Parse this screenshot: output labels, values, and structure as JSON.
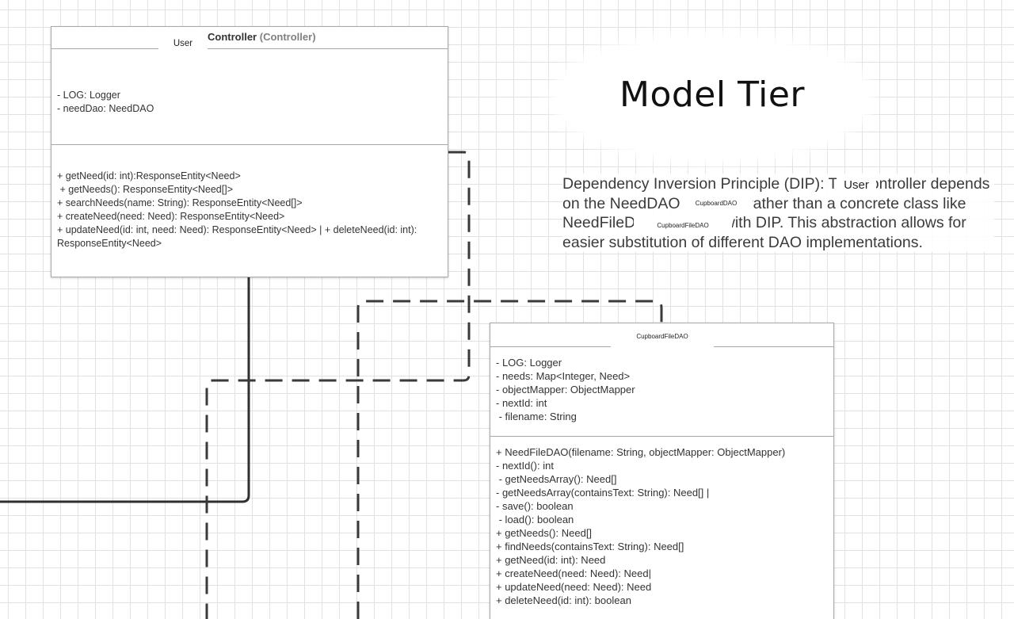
{
  "controller_class": {
    "header_prefix_tag": "User",
    "name": "Controller",
    "stereotype": "(Controller)",
    "attributes": [
      "- LOG: Logger",
      "- needDao: NeedDAO"
    ],
    "methods": [
      "+ getNeed(id: int):ResponseEntity<Need>",
      " + getNeeds(): ResponseEntity<Need[]>",
      "+ searchNeeds(name: String): ResponseEntity<Need[]>",
      "+ createNeed(need: Need): ResponseEntity<Need>",
      "+ updateNeed(id: int, need: Need): ResponseEntity<Need> | + deleteNeed(id: int): ResponseEntity<Need>"
    ]
  },
  "file_dao_class": {
    "name": "CupboardFileDAO",
    "attributes": [
      "- LOG: Logger",
      "- needs: Map<Integer, Need>",
      "- objectMapper: ObjectMapper",
      "- nextId: int",
      " - filename: String"
    ],
    "methods": [
      "+ NeedFileDAO(filename: String, objectMapper: ObjectMapper)",
      "- nextId(): int",
      " - getNeedsArray(): Need[]",
      "- getNeedsArray(containsText: String): Need[] |",
      "- save(): boolean",
      " - load(): boolean",
      "+ getNeeds(): Need[]",
      "+ findNeeds(containsText: String): Need[]",
      "+ getNeed(id: int): Need",
      "+ createNeed(need: Need): Need|",
      "+ updateNeed(need: Need): Need",
      "+ deleteNeed(id: int): boolean"
    ]
  },
  "model_tier": {
    "title": "Model Tier"
  },
  "dip_note": {
    "text": "Dependency Inversion Principle (DIP): The Controller depends on the NeedDAO interface rather than a concrete class like NeedFileDAO, aligning with DIP. This abstraction allows for easier substitution of different DAO implementations."
  },
  "overlay_tags": {
    "user_on_note": "User",
    "cupboard_dao": "CupboardDAO",
    "cupboard_file_dao": "CupboardFileDAO"
  }
}
